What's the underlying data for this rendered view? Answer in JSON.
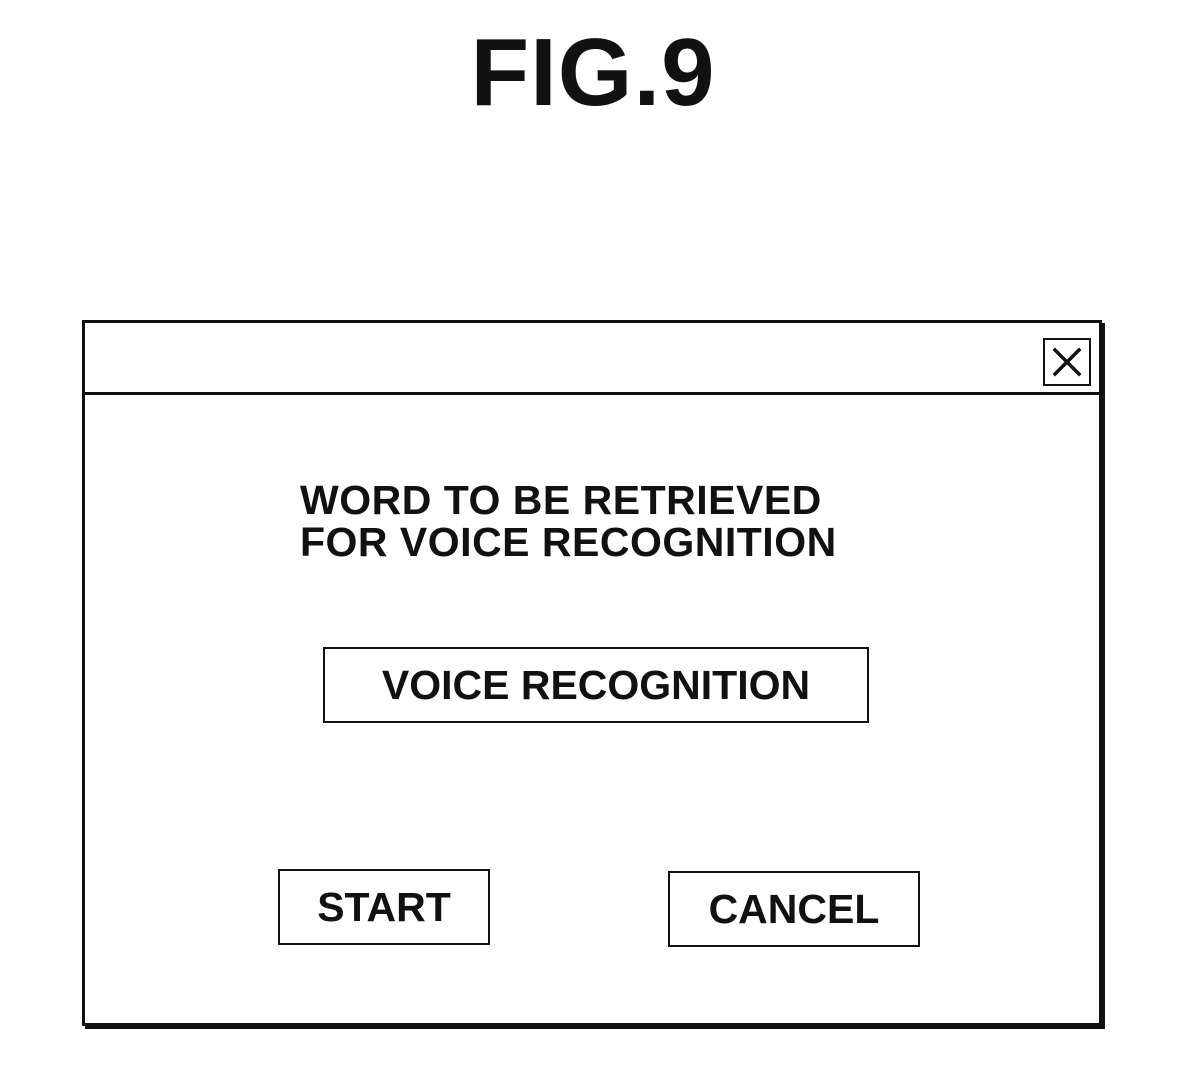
{
  "figure": {
    "title": "FIG.9"
  },
  "dialog": {
    "close_icon": "close-icon",
    "prompt_line1": "WORD TO BE RETRIEVED",
    "prompt_line2": "FOR VOICE RECOGNITION",
    "recognized_word": "VOICE RECOGNITION",
    "start_label": "START",
    "cancel_label": "CANCEL"
  }
}
